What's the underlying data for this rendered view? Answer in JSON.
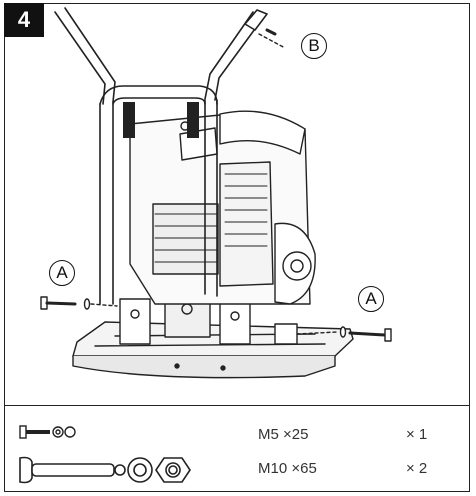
{
  "step": {
    "number": "4"
  },
  "callouts": {
    "bolt_a": "A",
    "bolt_b": "B"
  },
  "parts": [
    {
      "spec": "M5 ×25",
      "qty": "× 1",
      "icon": "small-bolt-washer-nut-icon"
    },
    {
      "spec": "M10 ×65",
      "qty": "× 2",
      "icon": "large-bolt-washer-nut-icon"
    }
  ]
}
